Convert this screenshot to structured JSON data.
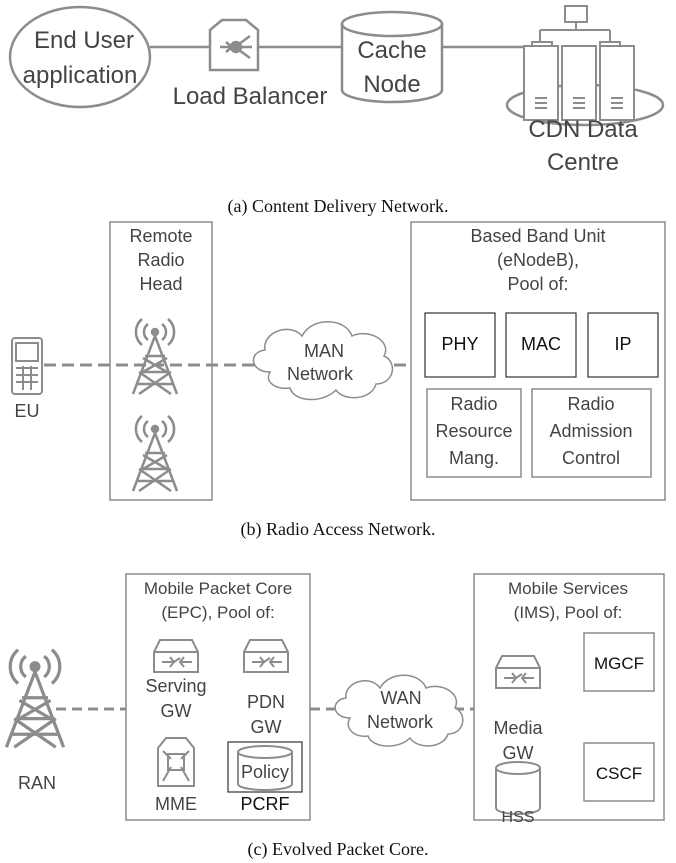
{
  "colors": {
    "stroke": "#8c8c8c",
    "text": "#444444",
    "caption": "#111111",
    "line": "#8c8c8c"
  },
  "figure_a": {
    "end_user": [
      "End User",
      "application"
    ],
    "load_balancer": "Load Balancer",
    "cache_node": [
      "Cache",
      "Node"
    ],
    "cdn": [
      "CDN Data",
      "Centre"
    ],
    "caption": "(a) Content Delivery Network."
  },
  "figure_b": {
    "rrh": [
      "Remote",
      "Radio",
      "Head"
    ],
    "eu": "EU",
    "man": [
      "MAN",
      "Network"
    ],
    "bbu": [
      "Based Band Unit",
      "(eNodeB),",
      "Pool of:"
    ],
    "phy": "PHY",
    "mac": "MAC",
    "ip": "IP",
    "rrm": [
      "Radio",
      "Resource",
      "Mang."
    ],
    "rac": [
      "Radio",
      "Admission",
      "Control"
    ],
    "caption": "(b) Radio Access Network."
  },
  "figure_c": {
    "ran": "RAN",
    "epc": [
      "Mobile Packet Core",
      "(EPC), Pool of:"
    ],
    "serving_gw": [
      "Serving",
      "GW"
    ],
    "pdn_gw": [
      "PDN",
      "GW"
    ],
    "mme": "MME",
    "policy": "Policy",
    "pcrf": "PCRF",
    "wan": [
      "WAN",
      "Network"
    ],
    "ims": [
      "Mobile Services",
      "(IMS), Pool of:"
    ],
    "media_gw": [
      "Media",
      "GW"
    ],
    "hss": "HSS",
    "mgcf": "MGCF",
    "cscf": "CSCF",
    "caption": "(c) Evolved Packet Core."
  }
}
